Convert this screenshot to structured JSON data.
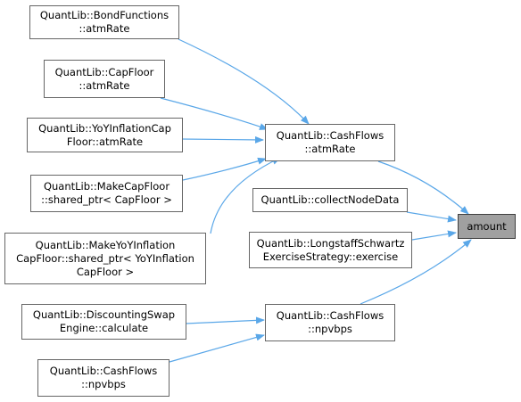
{
  "diagram": {
    "target": "amount",
    "nodes": {
      "bondfunctions_atmrate": [
        "QuantLib::BondFunctions",
        "::atmRate"
      ],
      "capfloor_atmrate": [
        "QuantLib::CapFloor",
        "::atmRate"
      ],
      "yoyinflationcapfloor_atmrate": [
        "QuantLib::YoYInflationCap",
        "Floor::atmRate"
      ],
      "makecapfloor": [
        "QuantLib::MakeCapFloor",
        "::shared_ptr< CapFloor >"
      ],
      "makeyoyinflationcapfloor": [
        "QuantLib::MakeYoYInflation",
        "CapFloor::shared_ptr< YoYInflation",
        "CapFloor >"
      ],
      "cashflows_atmrate": [
        "QuantLib::CashFlows",
        "::atmRate"
      ],
      "collectnodedata": [
        "QuantLib::collectNodeData"
      ],
      "longstaffschwartz": [
        "QuantLib::LongstaffSchwartz",
        "ExerciseStrategy::exercise"
      ],
      "discountingswap": [
        "QuantLib::DiscountingSwap",
        "Engine::calculate"
      ],
      "cashflows_npvbps_1": [
        "QuantLib::CashFlows",
        "::npvbps"
      ],
      "cashflows_npvbps_2": [
        "QuantLib::CashFlows",
        "::npvbps"
      ]
    }
  },
  "colors": {
    "edge": "#5aa7e8",
    "node_border": "#666666",
    "target_fill": "#a0a0a0"
  }
}
